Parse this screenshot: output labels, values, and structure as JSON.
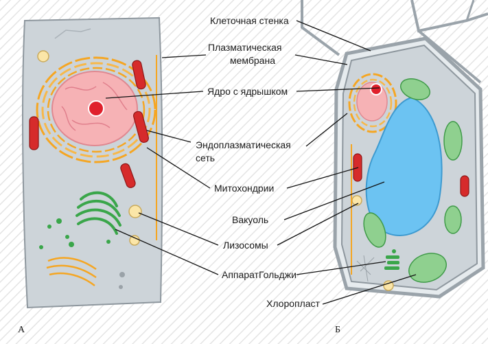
{
  "labels": {
    "cell_wall": "Клеточная стенка",
    "plasma_membrane_1": "Плазматическая",
    "plasma_membrane_2": "мембрана",
    "nucleus": "Ядро с ядрышком",
    "er_1": "Эндоплазматическая",
    "er_2": "сеть",
    "mitochondria": "Митохондрии",
    "vacuole": "Вакуоль",
    "lysosomes": "Лизосомы",
    "golgi": "АппаратГольджи",
    "chloroplast": "Хлоропласт"
  },
  "panels": {
    "animal": "А",
    "plant": "Б"
  },
  "colors": {
    "cytoplasm": "#cfd6db",
    "nucleus": "#f4a3a8",
    "nucleolus": "#e0202c",
    "er": "#f5a623",
    "mitochondria": "#d62b2b",
    "golgi": "#3aa64a",
    "vacuole": "#6cc3f2",
    "chloroplast": "#8fd08f",
    "lysosome": "#fbe6a8"
  }
}
